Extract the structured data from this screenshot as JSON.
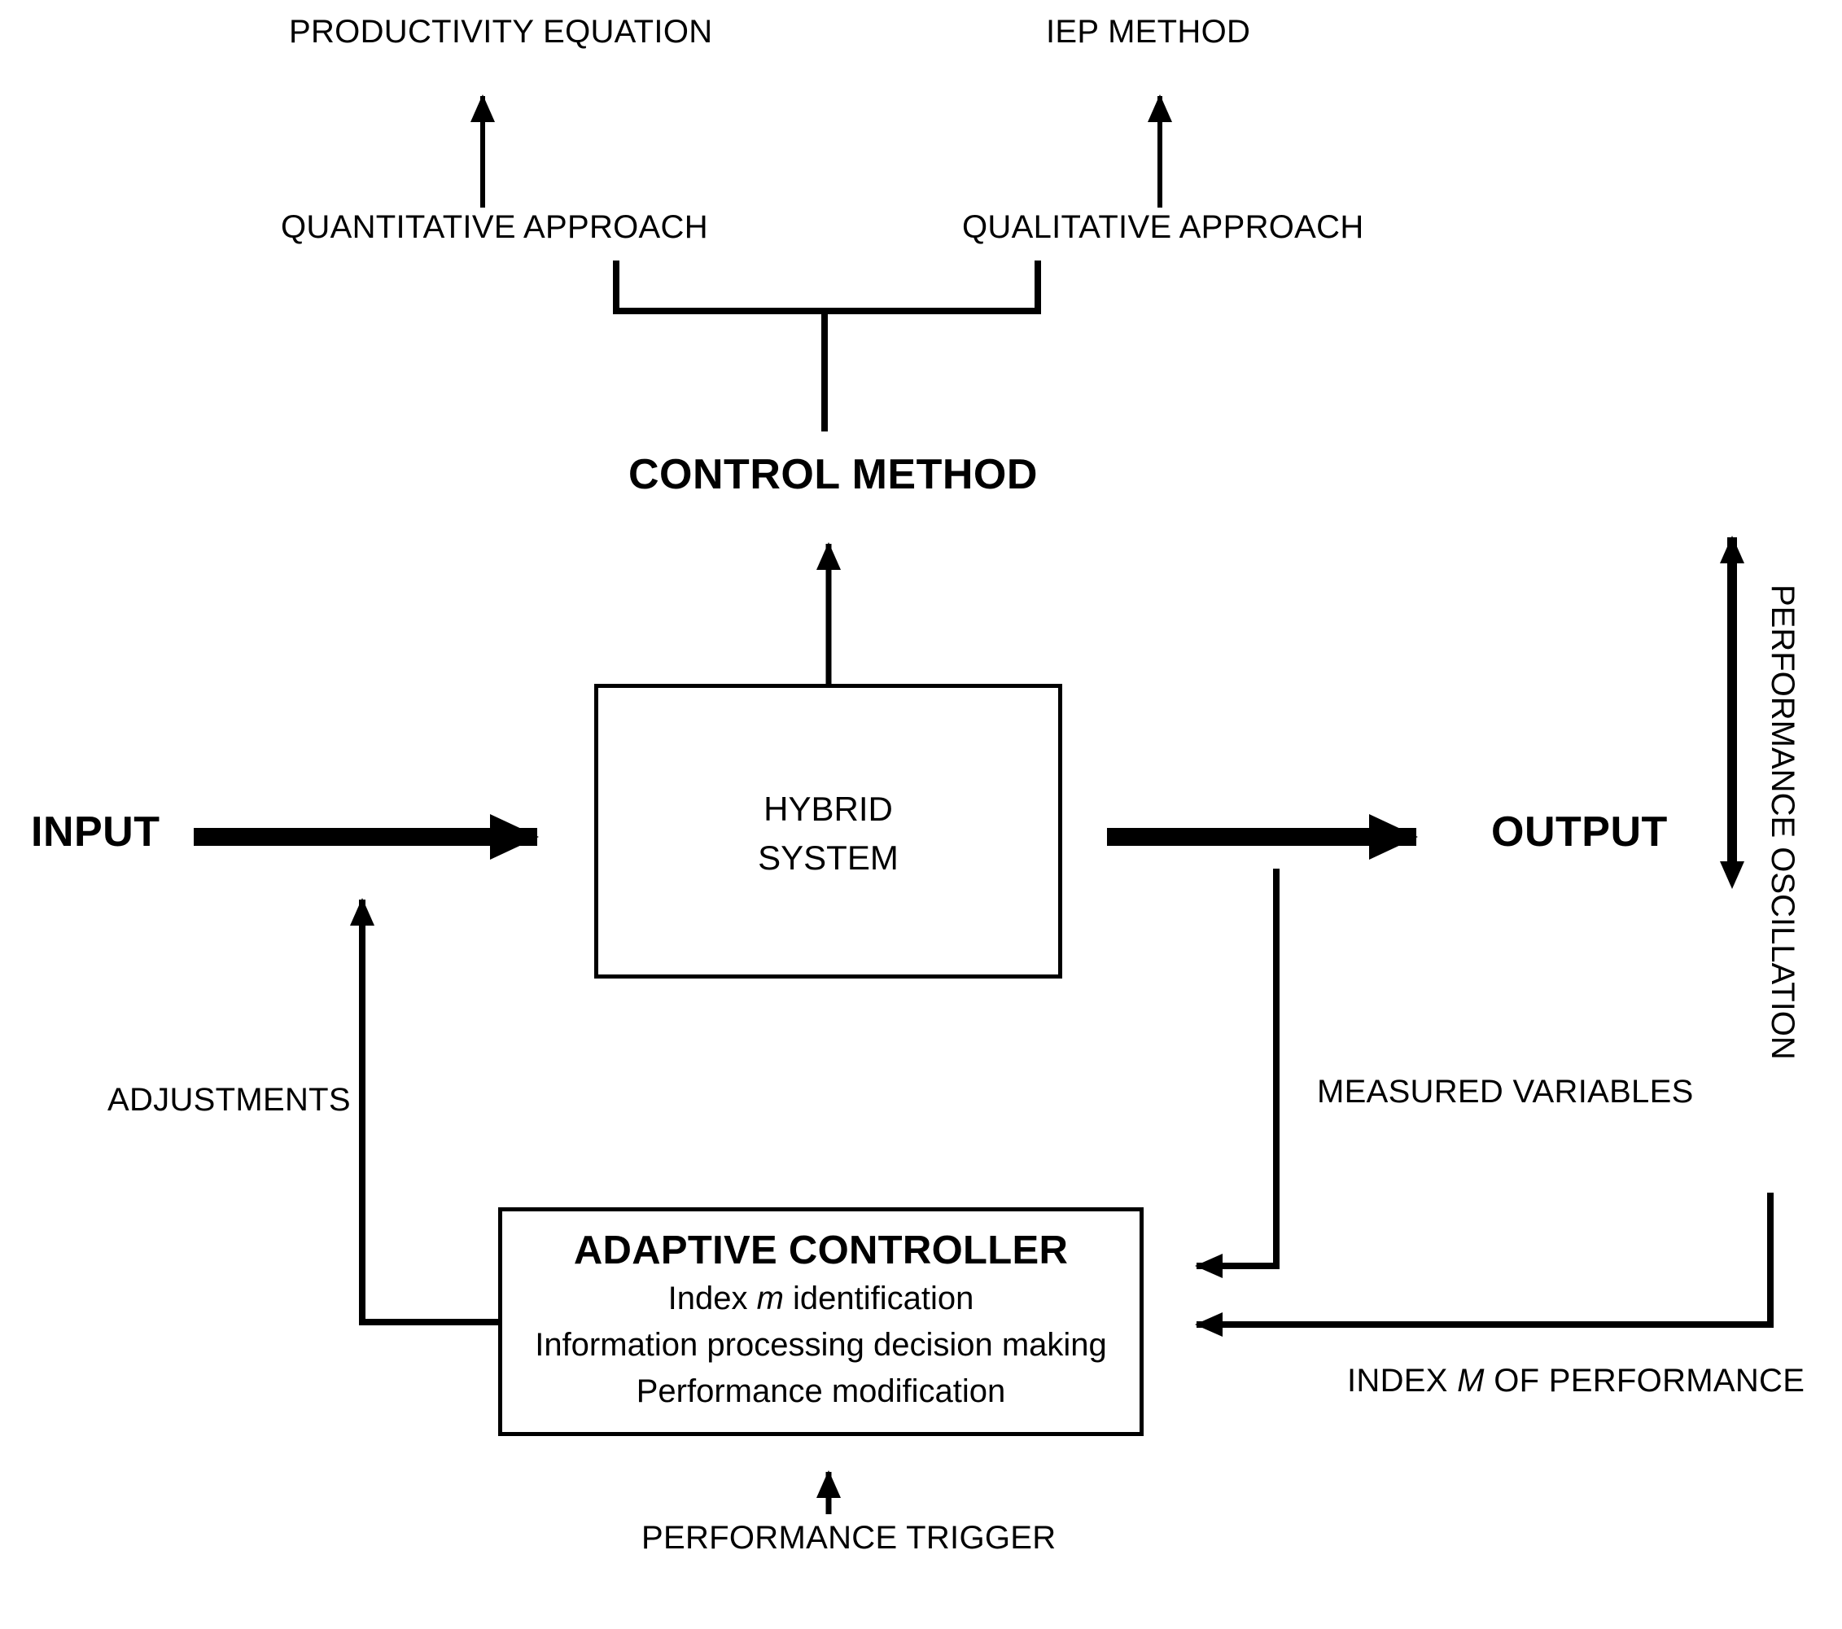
{
  "diagram": {
    "title": "Hybrid system adaptive control block diagram",
    "colors": {
      "stroke": "#000000",
      "background": "#ffffff"
    },
    "top_methods": {
      "left_method": "PRODUCTIVITY EQUATION",
      "right_method": "IEP METHOD",
      "left_approach": "QUANTITATIVE APPROACH",
      "right_approach": "QUALITATIVE APPROACH"
    },
    "control_method_label": "CONTROL METHOD",
    "hybrid_system": {
      "line1": "HYBRID",
      "line2": "SYSTEM"
    },
    "input_label": "INPUT",
    "output_label": "OUTPUT",
    "adaptive_controller": {
      "title": "ADAPTIVE CONTROLLER",
      "items": [
        {
          "pre": "Index ",
          "em": "m",
          "post": " identification"
        },
        {
          "pre": "Information processing decision making",
          "em": "",
          "post": ""
        },
        {
          "pre": "Performance modification",
          "em": "",
          "post": ""
        }
      ]
    },
    "signals": {
      "adjustments": "ADJUSTMENTS",
      "measured_variables": "MEASURED VARIABLES",
      "performance_trigger": "PERFORMANCE TRIGGER",
      "performance_oscillation": "PERFORMANCE OSCILLATION",
      "index_of_performance_pre": "INDEX ",
      "index_of_performance_em": "M",
      "index_of_performance_post": " OF PERFORMANCE"
    }
  }
}
